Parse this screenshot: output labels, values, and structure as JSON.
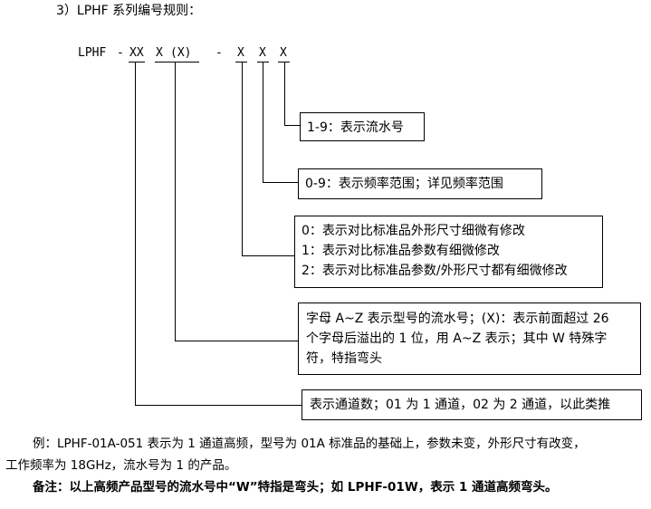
{
  "heading": "3）LPHF 系列编号规则：",
  "code": {
    "prefix": "LPHF",
    "dash1": "-",
    "xx": "XX",
    "x1": "X",
    "paren": "(X)",
    "dash2": "-",
    "d1": "X",
    "d2": "X",
    "d3": "X"
  },
  "boxes": {
    "serial": "1-9：表示流水号",
    "freq": "0-9：表示频率范围；详见频率范围",
    "mod": [
      "0：表示对比标准品外形尺寸细微有修改",
      "1：表示对比标准品参数有细微修改",
      "2：表示对比标准品参数/外形尺寸都有细微修改"
    ],
    "model": [
      "字母 A~Z 表示型号的流水号；(X)：表示前面超过 26",
      "个字母后溢出的 1 位，用 A~Z 表示；其中 W 特殊字",
      "符，特指弯头"
    ],
    "channels": "表示通道数；01 为 1 通道，02 为 2 通道，以此类推"
  },
  "example": [
    "例：LPHF-01A-051 表示为 1 通道高频，型号为 01A 标准品的基础上，参数未变，外形尺寸有改变，",
    "工作频率为 18GHz，流水号为 1 的产品。"
  ],
  "note": "备注：以上高频产品型号的流水号中“W”特指是弯头；如 LPHF-01W，表示 1 通道高频弯头。"
}
